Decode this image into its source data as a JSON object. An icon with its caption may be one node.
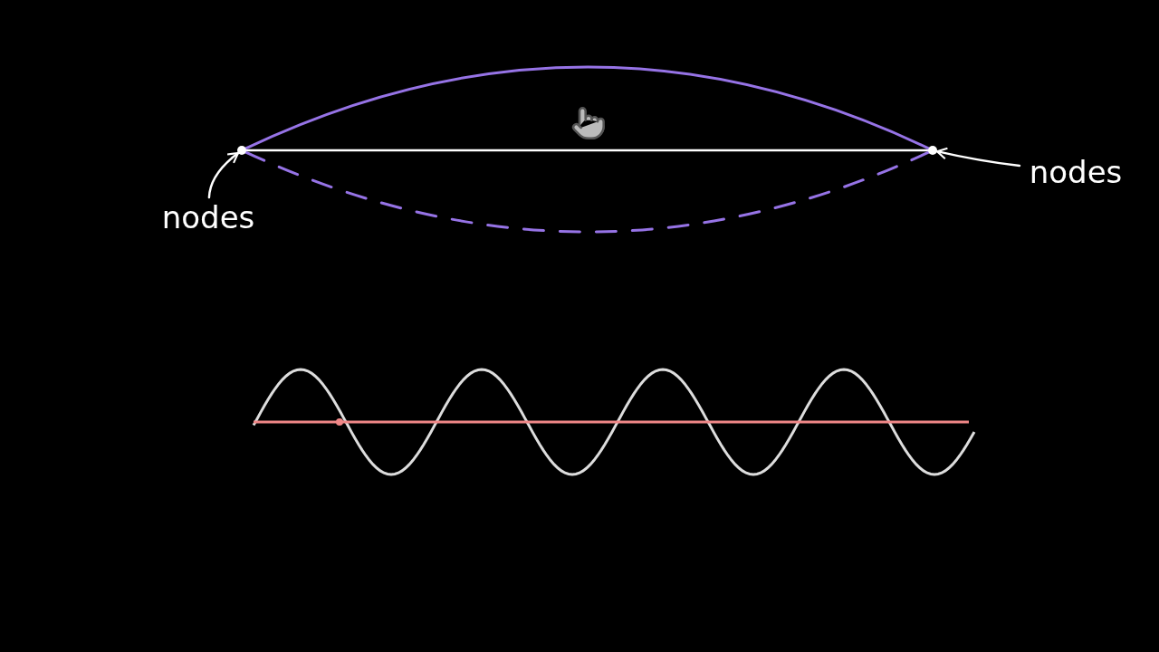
{
  "diagram": {
    "nodes": [
      {
        "text": [
          "nodes"
        ]
      },
      {
        "text": [],
        "shape": "circle"
      },
      {
        "text": [],
        "shape": "circle"
      },
      {
        "text": [
          "nodes"
        ]
      }
    ],
    "edges": [
      {
        "from": 0,
        "to": 1,
        "arrow": "to"
      },
      {
        "from": 3,
        "to": 2,
        "arrow": "to"
      },
      {
        "from": 1,
        "to": 2,
        "arrow": "none"
      },
      {
        "from": 1,
        "to": 2,
        "arrow": "none",
        "color": "#9673e6"
      },
      {
        "from": 1,
        "to": 2,
        "arrow": "none",
        "style": "dashed",
        "color": "#9673e6"
      }
    ]
  }
}
